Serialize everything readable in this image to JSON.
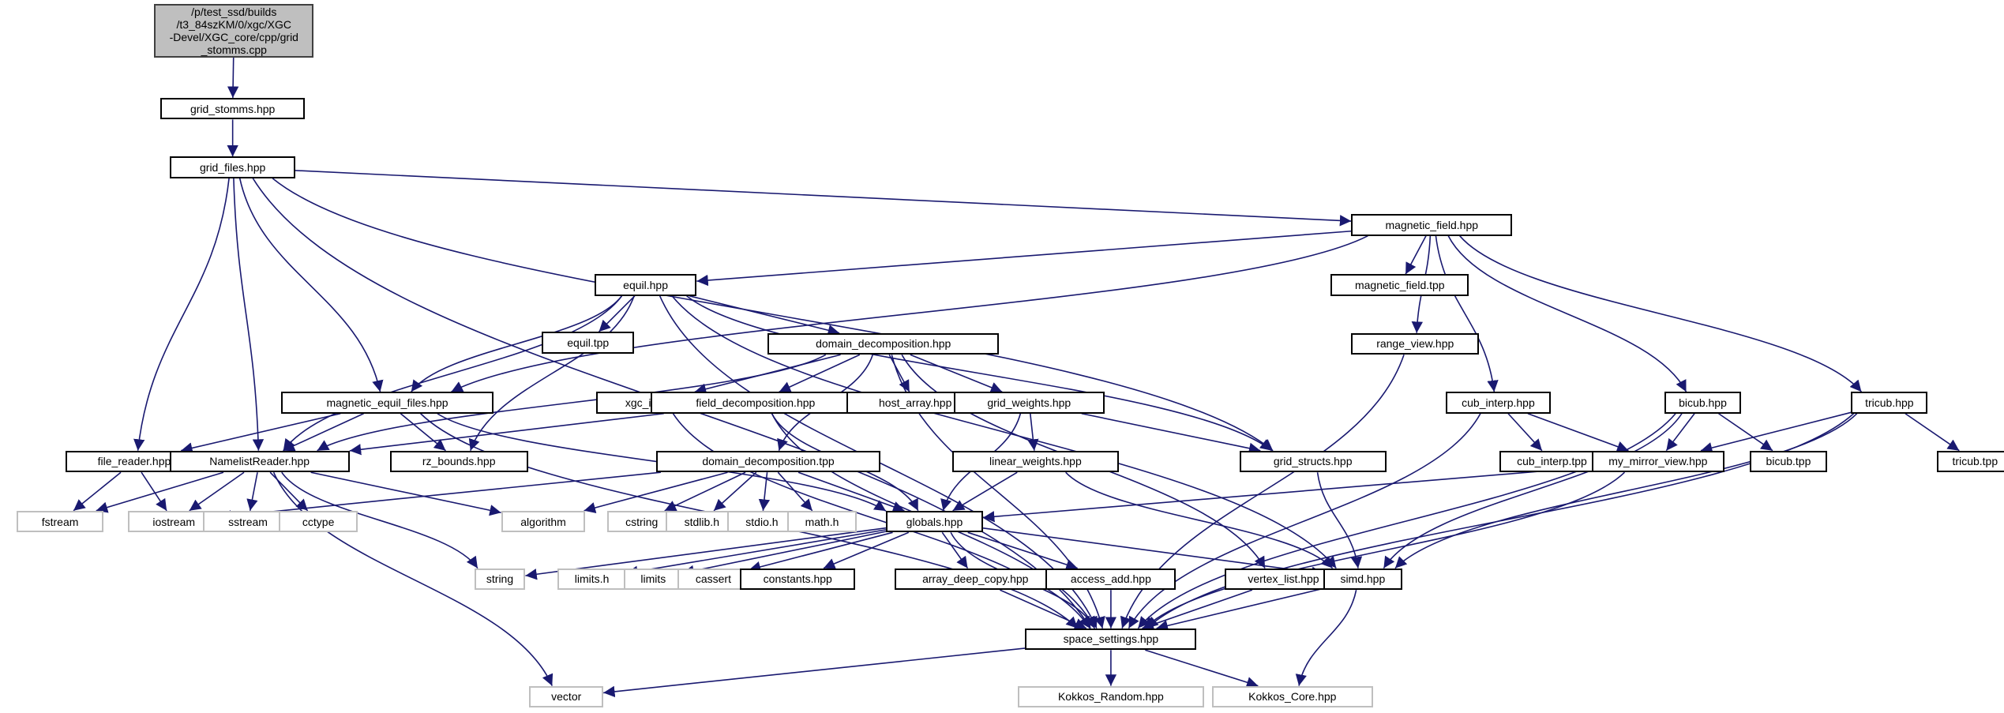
{
  "title": "Include dependency graph for grid_stomms.cpp",
  "colors": {
    "edge": "#191970",
    "node_border": "#000000",
    "external_border": "#bfbfbf",
    "root_fill": "#bfbfbf"
  },
  "nodes": [
    {
      "id": "root",
      "label": "/p/test_ssd/builds\n/t3_84szKM/0/xgc/XGC\n-Devel/XGC_core/cpp/grid\n_stomms.cpp",
      "kind": "root"
    },
    {
      "id": "grid_stomms",
      "label": "grid_stomms.hpp",
      "kind": "local"
    },
    {
      "id": "grid_files",
      "label": "grid_files.hpp",
      "kind": "local"
    },
    {
      "id": "magnetic_field",
      "label": "magnetic_field.hpp",
      "kind": "local"
    },
    {
      "id": "equil",
      "label": "equil.hpp",
      "kind": "local"
    },
    {
      "id": "magnetic_field_tpp",
      "label": "magnetic_field.tpp",
      "kind": "local"
    },
    {
      "id": "equil_tpp",
      "label": "equil.tpp",
      "kind": "local"
    },
    {
      "id": "domain_decomposition",
      "label": "domain_decomposition.hpp",
      "kind": "local"
    },
    {
      "id": "range_view",
      "label": "range_view.hpp",
      "kind": "local"
    },
    {
      "id": "magnetic_equil_files",
      "label": "magnetic_equil_files.hpp",
      "kind": "local"
    },
    {
      "id": "xgc_io",
      "label": "xgc_io.hpp",
      "kind": "local"
    },
    {
      "id": "field_decomposition",
      "label": "field_decomposition.hpp",
      "kind": "local"
    },
    {
      "id": "host_array",
      "label": "host_array.hpp",
      "kind": "local"
    },
    {
      "id": "grid_weights",
      "label": "grid_weights.hpp",
      "kind": "local"
    },
    {
      "id": "cub_interp",
      "label": "cub_interp.hpp",
      "kind": "local"
    },
    {
      "id": "bicub",
      "label": "bicub.hpp",
      "kind": "local"
    },
    {
      "id": "tricub",
      "label": "tricub.hpp",
      "kind": "local"
    },
    {
      "id": "file_reader",
      "label": "file_reader.hpp",
      "kind": "local"
    },
    {
      "id": "NamelistReader",
      "label": "NamelistReader.hpp",
      "kind": "local"
    },
    {
      "id": "rz_bounds",
      "label": "rz_bounds.hpp",
      "kind": "local"
    },
    {
      "id": "domain_decomposition_tpp",
      "label": "domain_decomposition.tpp",
      "kind": "local"
    },
    {
      "id": "linear_weights",
      "label": "linear_weights.hpp",
      "kind": "local"
    },
    {
      "id": "grid_structs",
      "label": "grid_structs.hpp",
      "kind": "local"
    },
    {
      "id": "cub_interp_tpp",
      "label": "cub_interp.tpp",
      "kind": "local"
    },
    {
      "id": "my_mirror_view",
      "label": "my_mirror_view.hpp",
      "kind": "local"
    },
    {
      "id": "bicub_tpp",
      "label": "bicub.tpp",
      "kind": "local"
    },
    {
      "id": "tricub_tpp",
      "label": "tricub.tpp",
      "kind": "local"
    },
    {
      "id": "fstream",
      "label": "fstream",
      "kind": "external"
    },
    {
      "id": "iostream",
      "label": "iostream",
      "kind": "external"
    },
    {
      "id": "sstream",
      "label": "sstream",
      "kind": "external"
    },
    {
      "id": "cctype",
      "label": "cctype",
      "kind": "external"
    },
    {
      "id": "algorithm",
      "label": "algorithm",
      "kind": "external"
    },
    {
      "id": "cstring",
      "label": "cstring",
      "kind": "external"
    },
    {
      "id": "stdlib_h",
      "label": "stdlib.h",
      "kind": "external"
    },
    {
      "id": "stdio_h",
      "label": "stdio.h",
      "kind": "external"
    },
    {
      "id": "math_h",
      "label": "math.h",
      "kind": "external"
    },
    {
      "id": "globals",
      "label": "globals.hpp",
      "kind": "local"
    },
    {
      "id": "string",
      "label": "string",
      "kind": "external"
    },
    {
      "id": "limits_h",
      "label": "limits.h",
      "kind": "external"
    },
    {
      "id": "limits",
      "label": "limits",
      "kind": "external"
    },
    {
      "id": "cassert",
      "label": "cassert",
      "kind": "external"
    },
    {
      "id": "constants",
      "label": "constants.hpp",
      "kind": "local"
    },
    {
      "id": "array_deep_copy",
      "label": "array_deep_copy.hpp",
      "kind": "local"
    },
    {
      "id": "access_add",
      "label": "access_add.hpp",
      "kind": "local"
    },
    {
      "id": "vertex_list",
      "label": "vertex_list.hpp",
      "kind": "local"
    },
    {
      "id": "simd",
      "label": "simd.hpp",
      "kind": "local"
    },
    {
      "id": "space_settings",
      "label": "space_settings.hpp",
      "kind": "local"
    },
    {
      "id": "vector",
      "label": "vector",
      "kind": "external"
    },
    {
      "id": "Kokkos_Random",
      "label": "Kokkos_Random.hpp",
      "kind": "external"
    },
    {
      "id": "Kokkos_Core",
      "label": "Kokkos_Core.hpp",
      "kind": "external"
    }
  ],
  "edges": [
    [
      "root",
      "grid_stomms"
    ],
    [
      "grid_stomms",
      "grid_files"
    ],
    [
      "grid_files",
      "magnetic_field"
    ],
    [
      "grid_files",
      "grid_structs"
    ],
    [
      "grid_files",
      "file_reader"
    ],
    [
      "grid_files",
      "NamelistReader"
    ],
    [
      "grid_files",
      "space_settings"
    ],
    [
      "grid_files",
      "magnetic_equil_files"
    ],
    [
      "magnetic_field",
      "equil"
    ],
    [
      "magnetic_field",
      "magnetic_field_tpp"
    ],
    [
      "magnetic_field",
      "range_view"
    ],
    [
      "magnetic_field",
      "cub_interp"
    ],
    [
      "magnetic_field",
      "bicub"
    ],
    [
      "magnetic_field",
      "tricub"
    ],
    [
      "magnetic_field",
      "magnetic_equil_files"
    ],
    [
      "equil",
      "equil_tpp"
    ],
    [
      "equil",
      "domain_decomposition"
    ],
    [
      "equil",
      "magnetic_equil_files"
    ],
    [
      "equil",
      "NamelistReader"
    ],
    [
      "equil",
      "rz_bounds"
    ],
    [
      "equil",
      "space_settings"
    ],
    [
      "equil",
      "simd"
    ],
    [
      "equil",
      "grid_structs"
    ],
    [
      "domain_decomposition",
      "xgc_io"
    ],
    [
      "domain_decomposition",
      "field_decomposition"
    ],
    [
      "domain_decomposition",
      "host_array"
    ],
    [
      "domain_decomposition",
      "grid_weights"
    ],
    [
      "domain_decomposition",
      "domain_decomposition_tpp"
    ],
    [
      "domain_decomposition",
      "NamelistReader"
    ],
    [
      "domain_decomposition",
      "space_settings"
    ],
    [
      "domain_decomposition",
      "vertex_list"
    ],
    [
      "magnetic_equil_files",
      "file_reader"
    ],
    [
      "magnetic_equil_files",
      "NamelistReader"
    ],
    [
      "magnetic_equil_files",
      "rz_bounds"
    ],
    [
      "magnetic_equil_files",
      "space_settings"
    ],
    [
      "magnetic_equil_files",
      "globals"
    ],
    [
      "xgc_io",
      "space_settings"
    ],
    [
      "field_decomposition",
      "NamelistReader"
    ],
    [
      "field_decomposition",
      "globals"
    ],
    [
      "field_decomposition",
      "space_settings"
    ],
    [
      "grid_weights",
      "linear_weights"
    ],
    [
      "grid_weights",
      "globals"
    ],
    [
      "grid_weights",
      "grid_structs"
    ],
    [
      "linear_weights",
      "globals"
    ],
    [
      "linear_weights",
      "simd"
    ],
    [
      "file_reader",
      "fstream"
    ],
    [
      "file_reader",
      "iostream"
    ],
    [
      "NamelistReader",
      "fstream"
    ],
    [
      "NamelistReader",
      "iostream"
    ],
    [
      "NamelistReader",
      "sstream"
    ],
    [
      "NamelistReader",
      "cctype"
    ],
    [
      "NamelistReader",
      "algorithm"
    ],
    [
      "NamelistReader",
      "string"
    ],
    [
      "NamelistReader",
      "vector"
    ],
    [
      "domain_decomposition_tpp",
      "iostream"
    ],
    [
      "domain_decomposition_tpp",
      "algorithm"
    ],
    [
      "domain_decomposition_tpp",
      "cstring"
    ],
    [
      "domain_decomposition_tpp",
      "stdlib_h"
    ],
    [
      "domain_decomposition_tpp",
      "stdio_h"
    ],
    [
      "domain_decomposition_tpp",
      "math_h"
    ],
    [
      "domain_decomposition_tpp",
      "globals"
    ],
    [
      "grid_structs",
      "simd"
    ],
    [
      "cub_interp",
      "cub_interp_tpp"
    ],
    [
      "cub_interp",
      "my_mirror_view"
    ],
    [
      "cub_interp",
      "space_settings"
    ],
    [
      "bicub",
      "my_mirror_view"
    ],
    [
      "bicub",
      "bicub_tpp"
    ],
    [
      "bicub",
      "simd"
    ],
    [
      "bicub",
      "space_settings"
    ],
    [
      "tricub",
      "my_mirror_view"
    ],
    [
      "tricub",
      "tricub_tpp"
    ],
    [
      "tricub",
      "simd"
    ],
    [
      "tricub",
      "space_settings"
    ],
    [
      "my_mirror_view",
      "globals"
    ],
    [
      "my_mirror_view",
      "space_settings"
    ],
    [
      "range_view",
      "space_settings"
    ],
    [
      "globals",
      "string"
    ],
    [
      "globals",
      "limits_h"
    ],
    [
      "globals",
      "limits"
    ],
    [
      "globals",
      "cassert"
    ],
    [
      "globals",
      "constants"
    ],
    [
      "globals",
      "array_deep_copy"
    ],
    [
      "globals",
      "access_add"
    ],
    [
      "globals",
      "simd"
    ],
    [
      "globals",
      "space_settings"
    ],
    [
      "array_deep_copy",
      "space_settings"
    ],
    [
      "access_add",
      "space_settings"
    ],
    [
      "vertex_list",
      "space_settings"
    ],
    [
      "simd",
      "space_settings"
    ],
    [
      "simd",
      "Kokkos_Core"
    ],
    [
      "space_settings",
      "vector"
    ],
    [
      "space_settings",
      "Kokkos_Random"
    ],
    [
      "space_settings",
      "Kokkos_Core"
    ]
  ]
}
